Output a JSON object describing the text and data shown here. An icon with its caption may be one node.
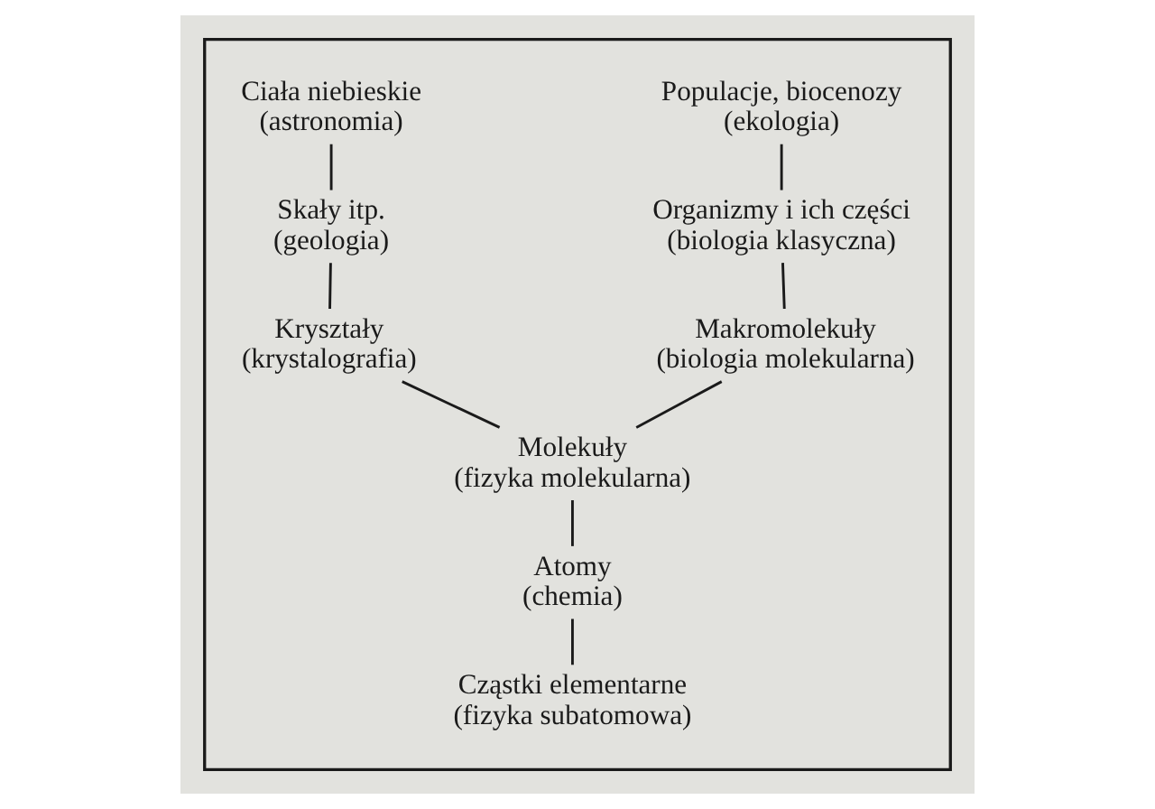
{
  "diagram": {
    "nodes": [
      {
        "text": [],
        "shape": "box"
      },
      {
        "text": [
          "Ciała niebieskie",
          "(astronomia)"
        ],
        "in": 0
      },
      {
        "text": [
          "Populacje, biocenozy",
          "(ekologia)"
        ],
        "in": 0
      },
      {
        "text": [
          "Skały itp.",
          "(geologia)"
        ],
        "in": 0
      },
      {
        "text": [
          "Organizmy i ich części",
          "(biologia klasyczna)"
        ],
        "in": 0
      },
      {
        "text": [
          "Kryształy",
          "(krystalografia)"
        ],
        "in": 0
      },
      {
        "text": [
          "Makromolekuły",
          "(biologia molekularna)"
        ],
        "in": 0
      },
      {
        "text": [
          "Molekuły",
          "(fizyka molekularna)"
        ],
        "in": 0
      },
      {
        "text": [
          "Atomy",
          "(chemia)"
        ],
        "in": 0
      },
      {
        "text": [
          "Cząstki elementarne",
          "(fizyka subatomowa)"
        ],
        "in": 0
      }
    ],
    "edges": [
      {
        "from": 1,
        "to": 3,
        "arrow": "none"
      },
      {
        "from": 2,
        "to": 4,
        "arrow": "none"
      },
      {
        "from": 3,
        "to": 5,
        "arrow": "none"
      },
      {
        "from": 4,
        "to": 6,
        "arrow": "none"
      },
      {
        "from": 5,
        "to": 7,
        "arrow": "none"
      },
      {
        "from": 6,
        "to": 7,
        "arrow": "none"
      },
      {
        "from": 7,
        "to": 8,
        "arrow": "none"
      },
      {
        "from": 8,
        "to": 9,
        "arrow": "none"
      }
    ]
  }
}
